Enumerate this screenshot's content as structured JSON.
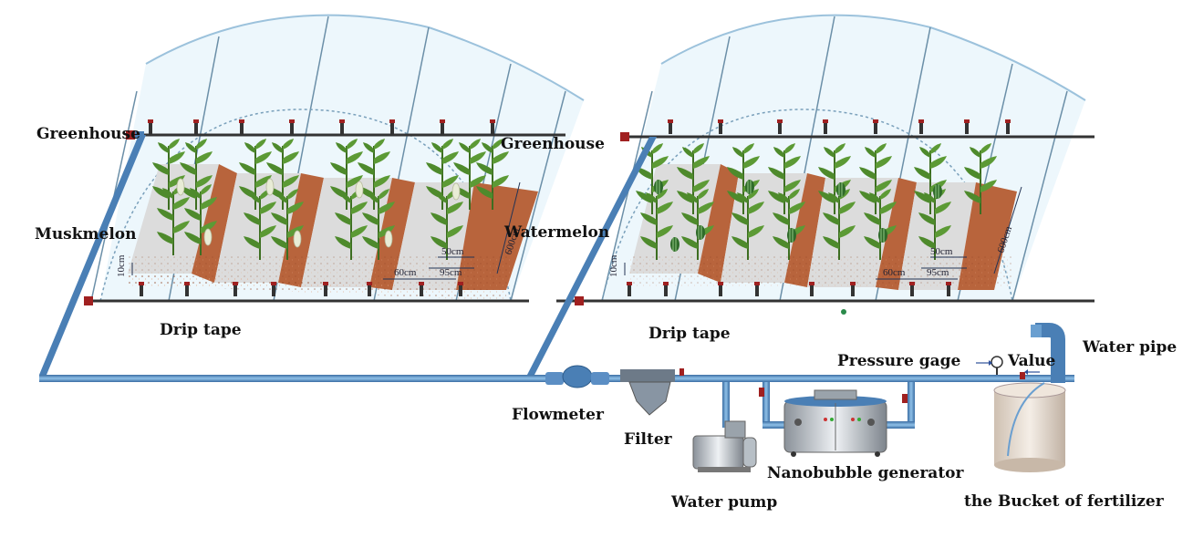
{
  "labels": {
    "greenhouse_left": "Greenhouse",
    "greenhouse_right": "Greenhouse",
    "muskmelon": "Muskmelon",
    "watermelon": "Watermelon",
    "drip_tape_left": "Drip tape",
    "drip_tape_right": "Drip tape",
    "pressure_gage": "Pressure gage",
    "value": "Value",
    "water_pipe": "Water pipe",
    "flowmeter": "Flowmeter",
    "filter": "Filter",
    "water_pump": "Water pump",
    "nanobubble_generator": "Nanobubble generator",
    "bucket": "the Bucket of fertilizer"
  },
  "dimensions": {
    "left": {
      "d1": "10cm",
      "d2": "60cm",
      "d3": "95cm",
      "d4": "50cm",
      "d5": "600cm"
    },
    "right": {
      "d1": "10cm",
      "d2": "60cm",
      "d3": "95cm",
      "d4": "50cm",
      "d5": "600cm"
    }
  },
  "colors": {
    "pipe": "#4a7fb5",
    "soil": "#b8643c",
    "mulch": "#dcdcdc",
    "glass": "#d9eef8",
    "plant": "#4e8a2c",
    "valve": "#a02020"
  }
}
